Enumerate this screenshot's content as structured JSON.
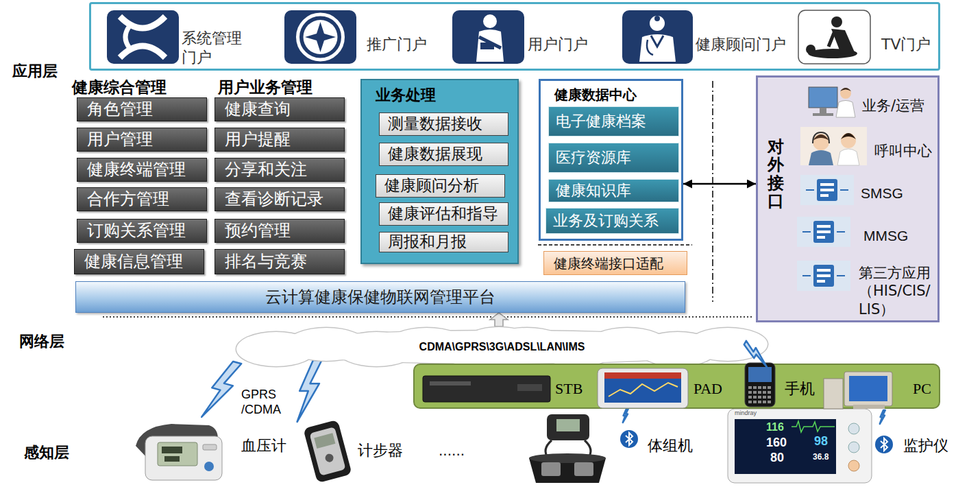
{
  "diagram": {
    "nodes": [
      {
        "text": [
          "系统管理门户",
          "推广门户",
          "用户门户",
          "健康顾问门户",
          "TV门户"
        ]
      },
      {
        "text": [
          "角色管理"
        ]
      },
      {
        "text": [
          "用户管理"
        ]
      },
      {
        "text": [
          "健康终端管理"
        ]
      },
      {
        "text": [
          "合作方管理"
        ]
      },
      {
        "text": [
          "订购关系管理"
        ]
      },
      {
        "text": [
          "健康信息管理"
        ]
      },
      {
        "text": [
          "健康查询"
        ]
      },
      {
        "text": [
          "用户提醒"
        ]
      },
      {
        "text": [
          "分享和关注"
        ]
      },
      {
        "text": [
          "查看诊断记录"
        ]
      },
      {
        "text": [
          "预约管理"
        ]
      },
      {
        "text": [
          "排名与竞赛"
        ]
      },
      {
        "text": [
          "业务处理"
        ]
      },
      {
        "text": [
          "测量数据接收"
        ],
        "in": 13
      },
      {
        "text": [
          "健康数据展现"
        ],
        "in": 13
      },
      {
        "text": [
          "健康顾问分析"
        ],
        "in": 13
      },
      {
        "text": [
          "健康评估和指导"
        ],
        "in": 13
      },
      {
        "text": [
          "周报和月报"
        ],
        "in": 13
      },
      {
        "text": [
          "健康数据中心"
        ]
      },
      {
        "text": [
          "电子健康档案"
        ],
        "in": 19
      },
      {
        "text": [
          "医疗资源库"
        ],
        "in": 19
      },
      {
        "text": [
          "健康知识库"
        ],
        "in": 19
      },
      {
        "text": [
          "业务及订购关系"
        ],
        "in": 19
      },
      {
        "text": [
          "健康终端接口适配"
        ]
      },
      {
        "text": [
          "对外接口",
          "业务/运营",
          "呼叫中心",
          "SMSG",
          "MMSG",
          "第三方应用（HIS/CIS/LIS）"
        ]
      },
      {
        "text": [
          "云计算健康保健物联网管理平台"
        ]
      },
      {
        "text": [
          "CDMA\\GPRS\\3G\\ADSL\\LAN\\IMS"
        ]
      },
      {
        "text": [
          "STB",
          "PAD",
          "手机",
          "PC"
        ]
      }
    ],
    "edges": [
      {
        "from": 19,
        "to": 25,
        "arrow": "both"
      },
      {
        "from": 27,
        "to": 26,
        "arrow": "to"
      }
    ],
    "labels": [
      "应用层",
      "健康综合管理",
      "用户业务管理",
      "网络层",
      "GPRS /CDMA",
      "感知层",
      "血压计",
      "计步器",
      "......",
      "体组机",
      "mindray",
      "116",
      "160",
      "80",
      "98",
      "36.8",
      "监护仪"
    ]
  }
}
